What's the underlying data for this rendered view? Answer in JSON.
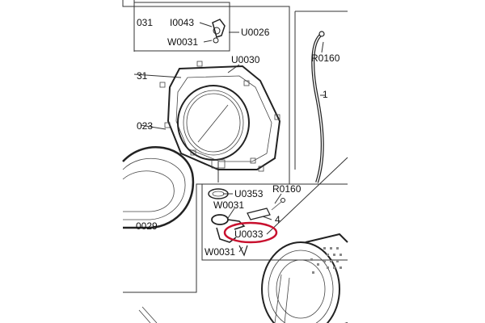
{
  "labels": {
    "l0031_top": "031",
    "i0043": "I0043",
    "w0031_top": "W0031",
    "u0026": "U0026",
    "u0030": "U0030",
    "l31_left": "31",
    "r0160_top": "R0160",
    "one": "1",
    "l023": "023",
    "u0353": "U0353",
    "r0160_mid": "R0160",
    "w0031_mid": "W0031",
    "four": "4",
    "u0033": "U0033",
    "w0031_bot": "W0031",
    "l0029": "0029"
  },
  "colors": {
    "line": "#333333",
    "highlight": "#c8102e",
    "part_fill": "#e6e6e6"
  },
  "highlighted_part": "U0033"
}
